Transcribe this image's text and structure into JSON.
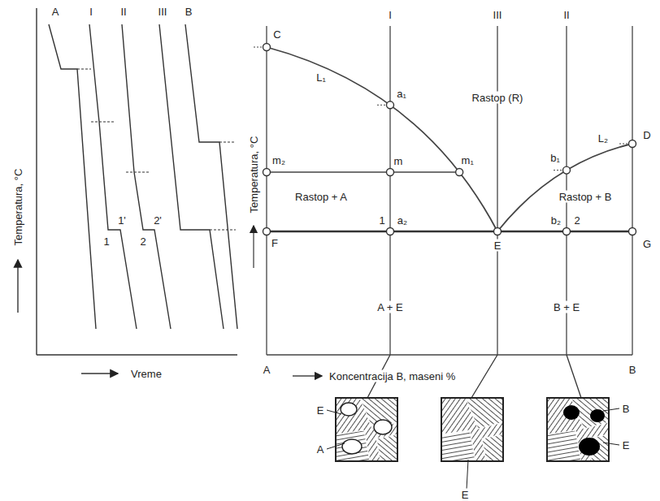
{
  "diagram": {
    "labels": [
      "A",
      "I",
      "II",
      "III",
      "B",
      "Temperatura, °C",
      "Vreme",
      "1",
      "1'",
      "2",
      "2'",
      "I",
      "III",
      "II",
      "C",
      "L₁",
      "a₁",
      "Rastop (R)",
      "m₂",
      "m",
      "m₁",
      "b₁",
      "L₂",
      "D",
      "Rastop + A",
      "Rastop + B",
      "F",
      "1",
      "a₂",
      "E",
      "b₂",
      "2",
      "G",
      "A + E",
      "B + E",
      "Temperatura, °C",
      "A",
      "Koncentracija B, maseni %",
      "B",
      "E",
      "A",
      "E",
      "B",
      "E"
    ]
  }
}
